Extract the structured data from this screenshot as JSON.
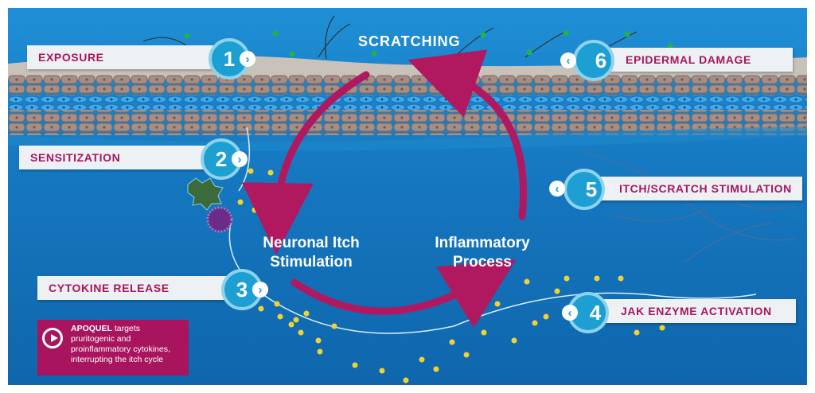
{
  "title": "SCRATCHING",
  "steps": [
    {
      "num": "1",
      "label": "EXPOSURE"
    },
    {
      "num": "2",
      "label": "SENSITIZATION"
    },
    {
      "num": "3",
      "label": "CYTOKINE RELEASE"
    },
    {
      "num": "4",
      "label": "JAK ENZYME ACTIVATION"
    },
    {
      "num": "5",
      "label": "ITCH/SCRATCH STIMULATION"
    },
    {
      "num": "6",
      "label": "EPIDERMAL DAMAGE"
    }
  ],
  "cycle": {
    "left_line1": "Neuronal Itch",
    "left_line2": "Stimulation",
    "right_line1": "Inflammatory",
    "right_line2": "Process"
  },
  "callout": {
    "brand": "APOQUEL",
    "text": " targets pruritogenic and proinflammatory cytokines, interrupting the itch cycle"
  },
  "colors": {
    "background": "#1577bf",
    "accent_magenta": "#a8155e",
    "step_circle": "#1d9fd3",
    "label_bg": "#eef1f4"
  },
  "icons": {
    "chevron_right": "chevron-right-icon",
    "chevron_left": "chevron-left-icon",
    "play": "play-icon"
  }
}
